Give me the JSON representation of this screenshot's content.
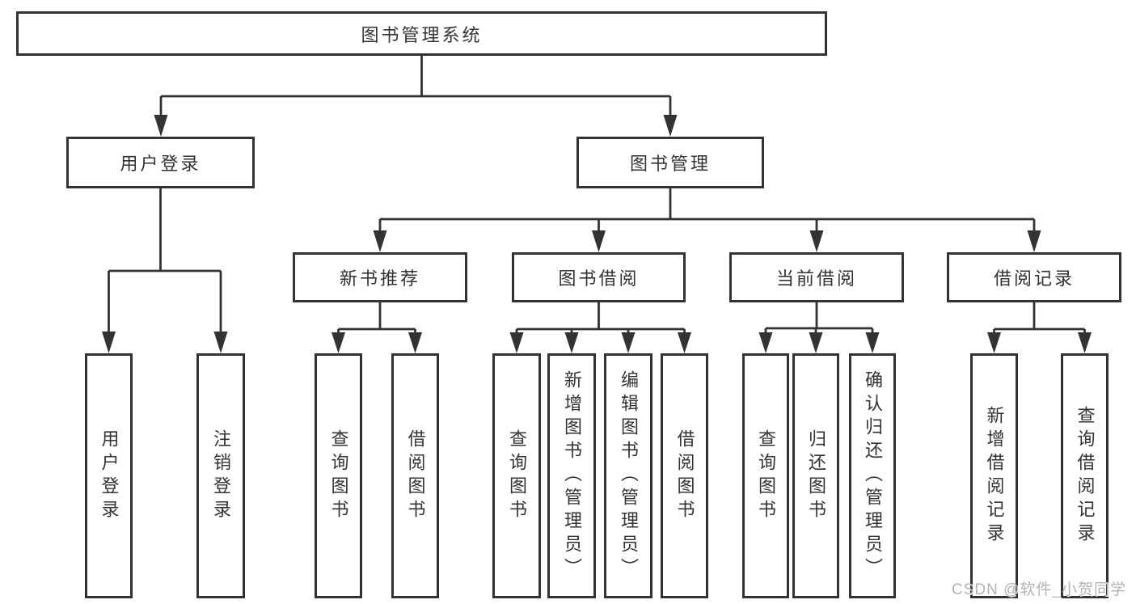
{
  "colors": {
    "line": "#333333",
    "text": "#333333",
    "box_background": "#ffffff",
    "page_background": "#ffffff",
    "watermark_text": "#b3b3b3"
  },
  "tree": {
    "root": {
      "label": "图书管理系统"
    },
    "branches": [
      {
        "label": "用户登录",
        "leaves": [
          {
            "label": "用户登录"
          },
          {
            "label": "注销登录"
          }
        ]
      },
      {
        "label": "图书管理",
        "groups": [
          {
            "label": "新书推荐",
            "leaves": [
              {
                "label": "查询图书"
              },
              {
                "label": "借阅图书"
              }
            ]
          },
          {
            "label": "图书借阅",
            "leaves": [
              {
                "label": "查询图书"
              },
              {
                "label": "新增图书（管理员）"
              },
              {
                "label": "编辑图书（管理员）"
              },
              {
                "label": "借阅图书"
              }
            ]
          },
          {
            "label": "当前借阅",
            "leaves": [
              {
                "label": "查询图书"
              },
              {
                "label": "归还图书"
              },
              {
                "label": "确认归还（管理员）"
              }
            ]
          },
          {
            "label": "借阅记录",
            "leaves": [
              {
                "label": "新增借阅记录"
              },
              {
                "label": "查询借阅记录"
              }
            ]
          }
        ]
      }
    ]
  },
  "watermark": {
    "text": "CSDN @软件_小贺同学"
  }
}
